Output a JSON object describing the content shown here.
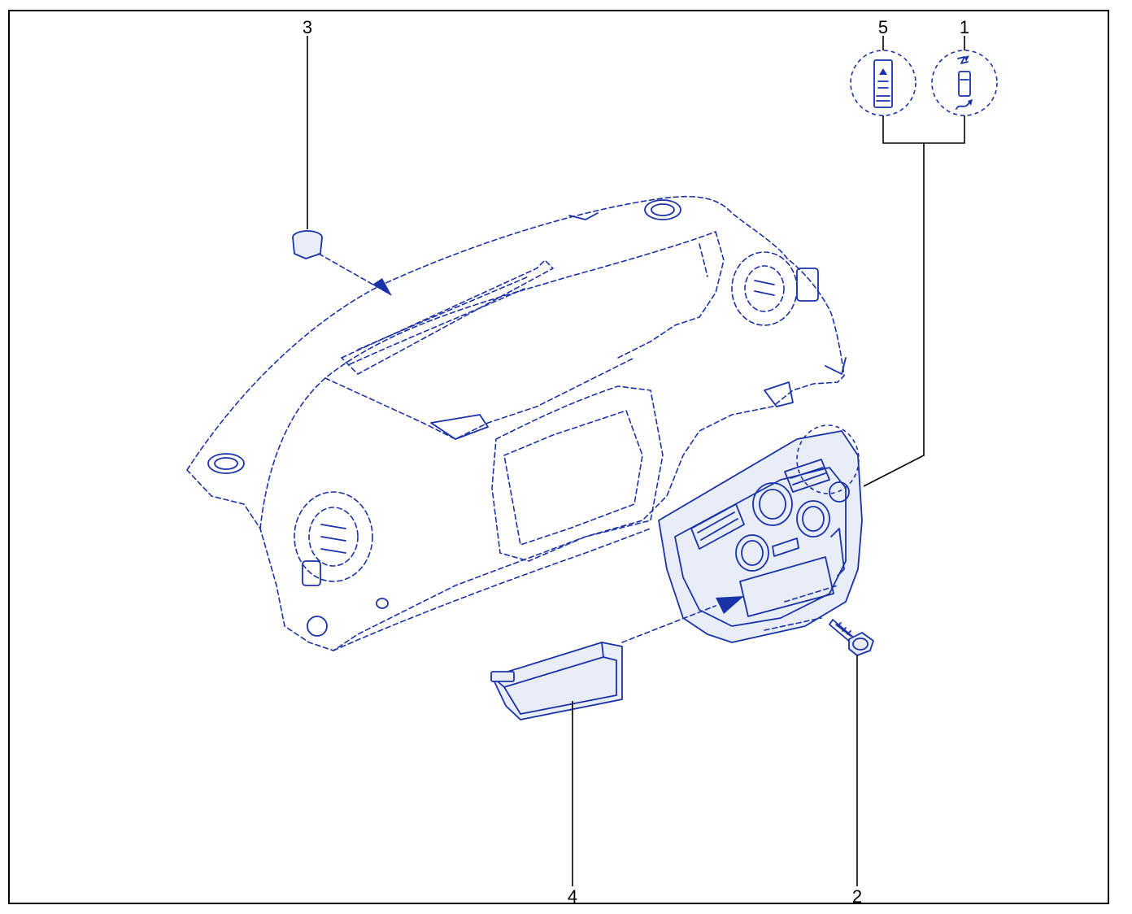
{
  "callouts": [
    {
      "id": "1",
      "label": "1"
    },
    {
      "id": "2",
      "label": "2"
    },
    {
      "id": "3",
      "label": "3"
    },
    {
      "id": "4",
      "label": "4"
    },
    {
      "id": "5",
      "label": "5"
    }
  ],
  "colors": {
    "line": "#1a32a8",
    "leader": "#000000",
    "background": "#ffffff"
  }
}
